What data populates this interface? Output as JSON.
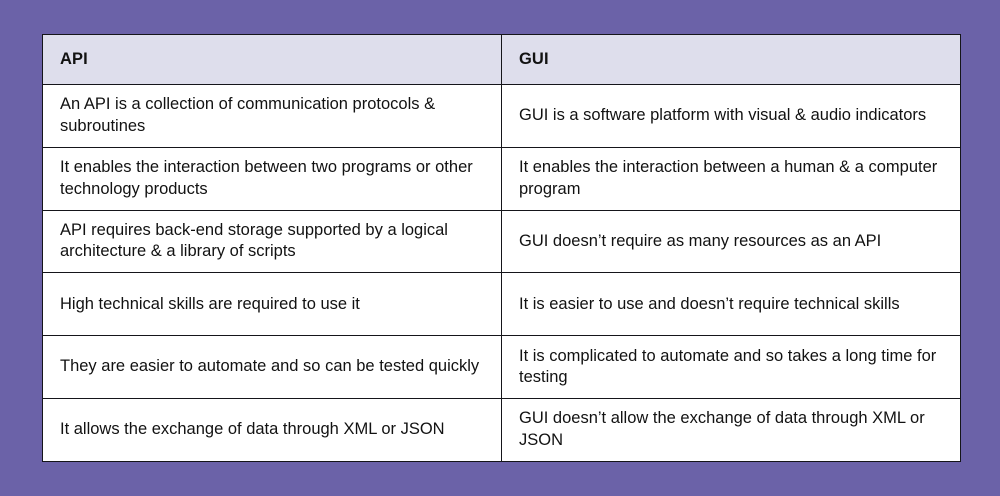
{
  "page": {
    "background_color": "#6B62A8",
    "table_background_color": "#FFFFFF",
    "header_background_color": "#DEDEEC",
    "border_color": "#15151A",
    "text_color": "#121212"
  },
  "table": {
    "columns": [
      {
        "id": "api",
        "header": "API"
      },
      {
        "id": "gui",
        "header": "GUI"
      }
    ],
    "rows": [
      {
        "api": "An API is a collection of communication protocols & subroutines",
        "gui": "GUI is a software platform with visual & audio indicators"
      },
      {
        "api": "It enables the interaction between two programs or other technology products",
        "gui": "It enables the interaction between a human & a computer program"
      },
      {
        "api": "API requires back-end storage supported by a logical architecture & a library of scripts",
        "gui": "GUI doesn’t require as many resources as an API"
      },
      {
        "api": "High technical skills are required to use it",
        "gui": "It is easier to use and doesn’t require technical skills"
      },
      {
        "api": "They are easier to automate and so can be tested quickly",
        "gui": "It is complicated to automate and so takes a long time for testing"
      },
      {
        "api": "It allows the exchange of data through XML or JSON",
        "gui": "GUI doesn’t allow the exchange of data through XML or JSON"
      }
    ]
  }
}
